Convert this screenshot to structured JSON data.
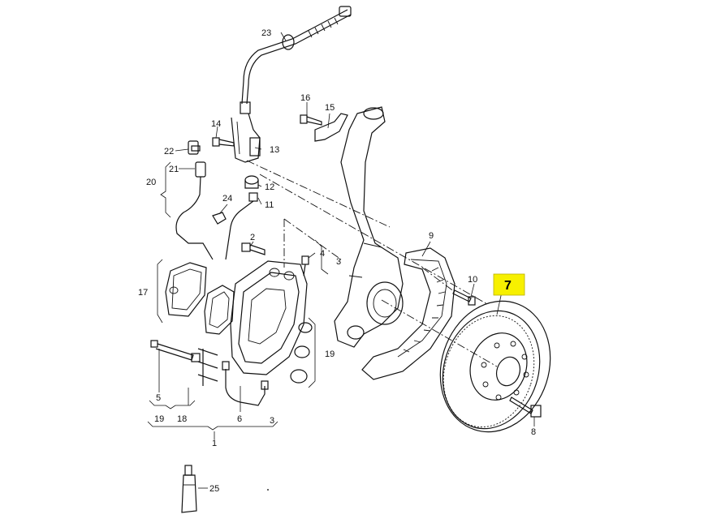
{
  "callouts": {
    "c1": "1",
    "c2": "2",
    "c3a": "3",
    "c3b": "3",
    "c4": "4",
    "c5": "5",
    "c6": "6",
    "c7": "7",
    "c8": "8",
    "c9": "9",
    "c10": "10",
    "c11": "11",
    "c12": "12",
    "c13": "13",
    "c14": "14",
    "c15": "15",
    "c16": "16",
    "c17": "17",
    "c18": "18",
    "c19a": "19",
    "c19b": "19",
    "c20": "20",
    "c21": "21",
    "c22": "22",
    "c23": "23",
    "c24": "24",
    "c25": "25"
  },
  "highlight": {
    "part": "7",
    "color": "#f7f000"
  }
}
